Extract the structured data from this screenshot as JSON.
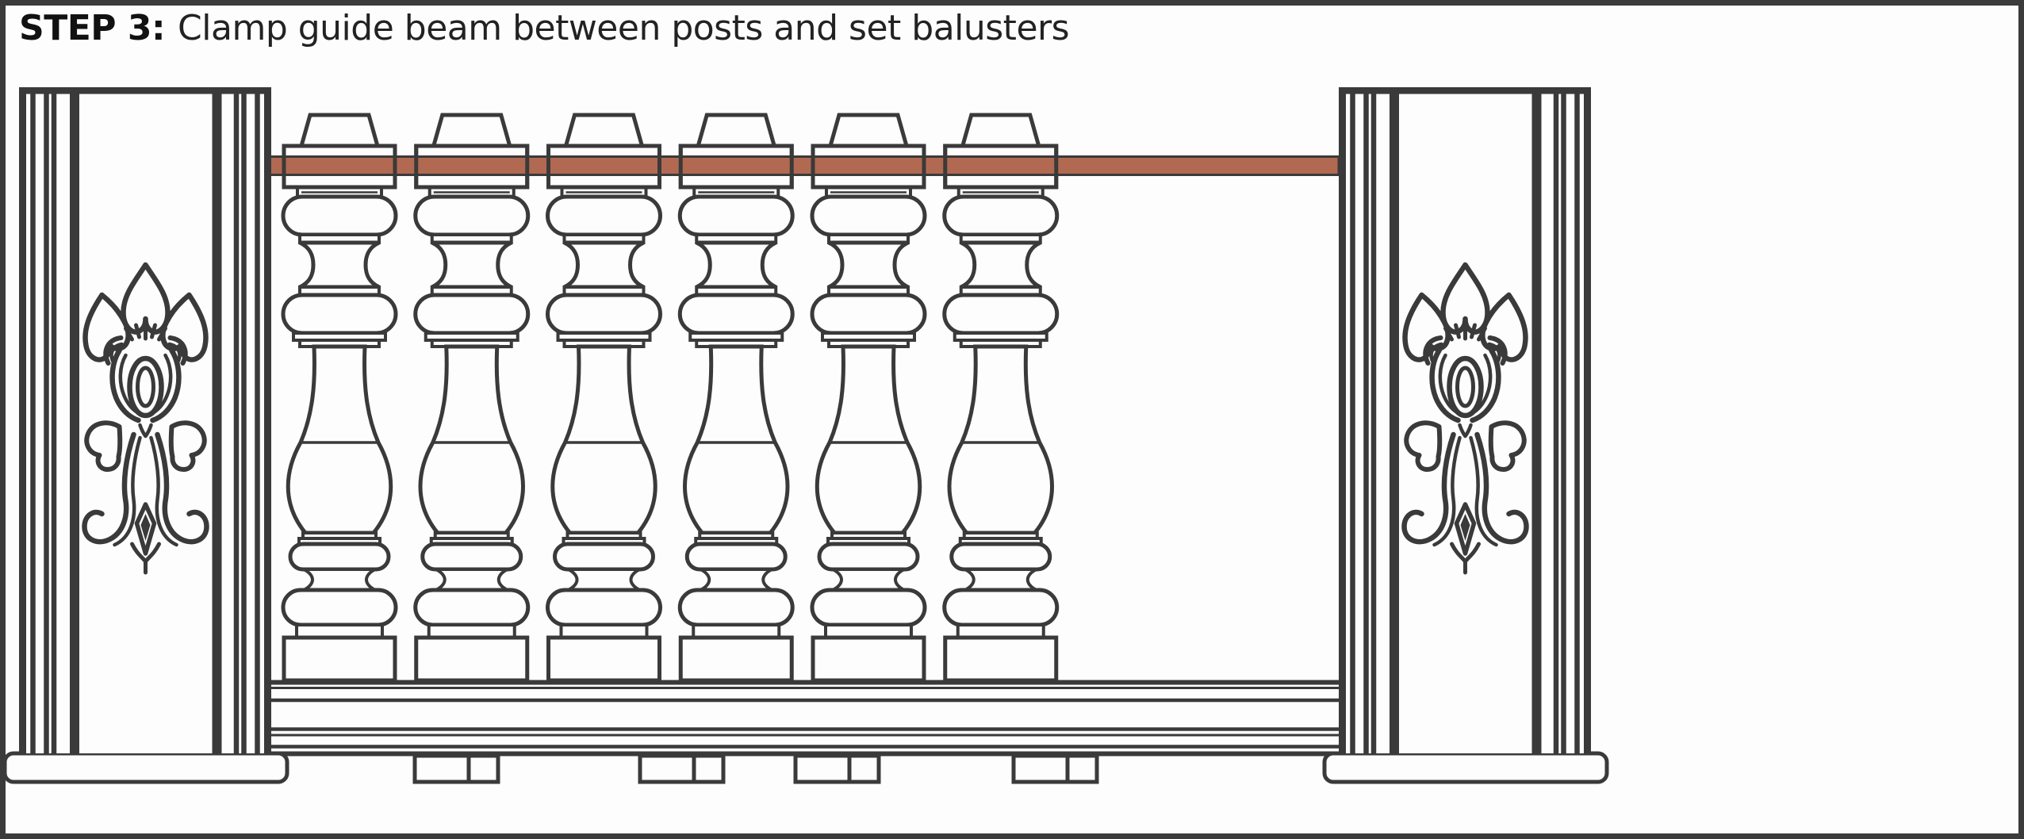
{
  "title": {
    "step_label": "STEP 3:",
    "instruction": "Clamp guide beam between posts and set balusters"
  },
  "colors": {
    "outline": "#3a3a3a",
    "beam_fill": "#b26952",
    "paper": "#fdfdfd",
    "frame": "#3b3b3b"
  },
  "scene": {
    "baluster_count": 6,
    "post_count": 2,
    "foot_block_pairs": 4,
    "guide_beam": "horizontal guide beam clamped across baluster caps between posts"
  }
}
